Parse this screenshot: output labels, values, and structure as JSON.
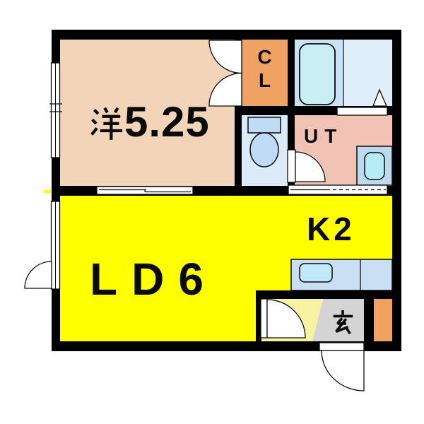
{
  "title": "1LDK apartment floor plan",
  "rooms": {
    "western": {
      "label": "洋5.25",
      "kanji": "洋",
      "size_text": "5.25"
    },
    "closet": {
      "label": "CL",
      "line1": "C",
      "line2": "L"
    },
    "utility": {
      "label": "UT"
    },
    "kitchen": {
      "label": "K2"
    },
    "living_dining": {
      "label": "LD6"
    },
    "entrance": {
      "label": "玄",
      "kanji": "玄"
    }
  },
  "colors": {
    "wall": "#000000",
    "background": "#ffffff",
    "western_room": "#F2D5B8",
    "closet": "#F0A262",
    "shoe_cabinet": "#F0A262",
    "bathroom_left": "#C9E2F6",
    "bathroom_right": "#DEEEFB",
    "bathtub": "#C8EFF4",
    "toilet_room": "#DAEAF8",
    "toilet_fixture": "#BEDAF4",
    "utility_room": "#F1C3B5",
    "washbasin_outer": "#BEDAF0",
    "washbasin_inner": "#B6ECF6",
    "ldk": "#FFFF00",
    "counter": "#C9DFF4",
    "counter_sink": "#C0E8FA",
    "hallway": "#F8F3A0",
    "genkan": "#D4D4D4",
    "line": "#0a0a0a"
  },
  "icons": {
    "bathtub": "rounded-rectangle tub",
    "toilet": "cistern rectangle with bowl ellipse",
    "washbasin": "square unit with rounded basin",
    "kitchen_sink": "counter strip with rounded basin",
    "door_swing": "quarter-circle arc with leaf",
    "sliding_door": "offset double panel strip",
    "folding_door": "white strip with dashed track",
    "window": "double-line white strip in wall"
  }
}
